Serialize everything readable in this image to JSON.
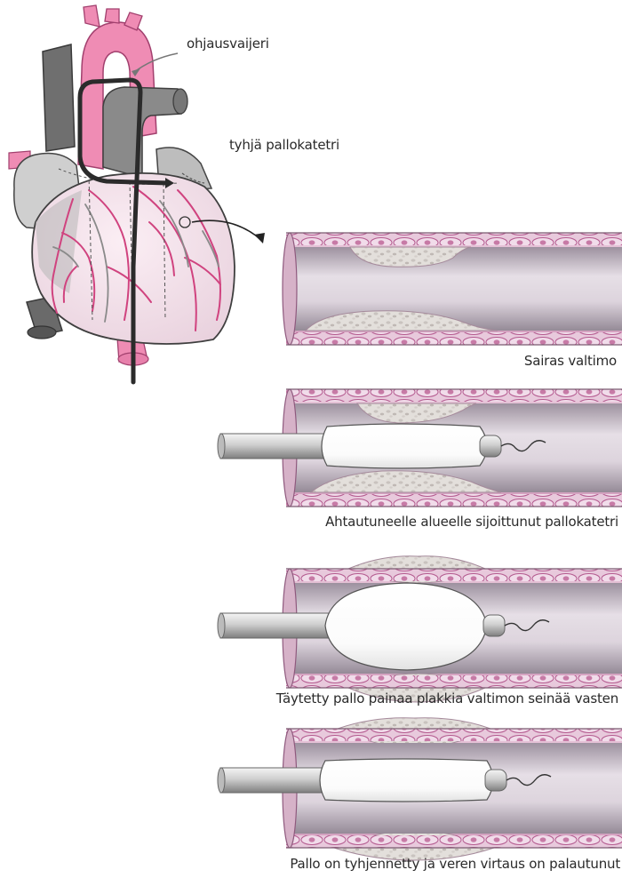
{
  "labels": {
    "guidewire": "ohjausvaijeri",
    "empty_balloon_catheter": "tyhjä pallokatetri"
  },
  "captions": [
    "Sairas valtimo",
    "Ahtautuneelle alueelle sijoittunut pallokatetri",
    "Täytetty pallo painaa plakkia valtimon seinää vasten",
    "Pallo on tyhjennetty ja veren virtaus on palautunut"
  ],
  "colors": {
    "artery_wall": "#d8a6c3",
    "endothelium": "#b45a8f",
    "lumen": "#c4b8c6",
    "plaque": "#ded9d4",
    "coronary_vessel": "#d0437f",
    "aorta": "#ef8cb4",
    "vena_cava": "#707070",
    "catheter": "#2b2b2b",
    "balloon": "#ffffff"
  }
}
